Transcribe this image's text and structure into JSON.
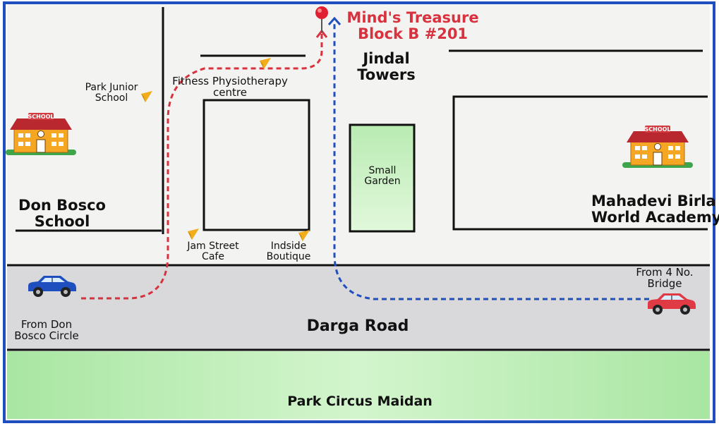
{
  "destination": {
    "line1": "Mind's Treasure",
    "line2": "Block B #201"
  },
  "labels": {
    "jindal_towers": [
      "Jindal",
      "Towers"
    ],
    "fitness": [
      "Fitness Physiotherapy",
      "centre"
    ],
    "park_junior": [
      "Park Junior",
      "School"
    ],
    "small_garden": [
      "Small",
      "Garden"
    ],
    "don_bosco": [
      "Don Bosco",
      "School"
    ],
    "mahadevi": [
      "Mahadevi Birla",
      "World Academy"
    ],
    "jam_street": [
      "Jam Street",
      "Cafe"
    ],
    "indside": [
      "Indside",
      "Boutique"
    ],
    "from_don_bosco": [
      "From Don",
      "Bosco Circle"
    ],
    "from_bridge": [
      "From 4 No.",
      "Bridge"
    ],
    "darga_road": "Darga Road",
    "park_circus": "Park Circus Maidan",
    "school_sign": "SCHOOL"
  },
  "colors": {
    "frame": "#1f4fbf",
    "red_route": "#d8323f",
    "blue_route": "#1f4fbf",
    "road": "#d9d9dc",
    "garden": "#c9efc2",
    "maidan": "#c4f0be",
    "landmark": "#f2ad1b"
  },
  "icons": [
    "school-icon",
    "car-icon",
    "location-pin-icon",
    "landmark-marker-icon"
  ]
}
